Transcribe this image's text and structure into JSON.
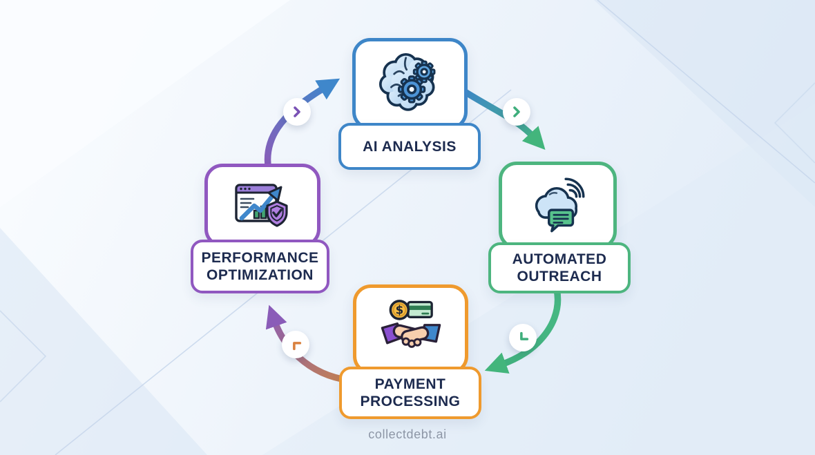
{
  "flow": {
    "type": "cycle",
    "direction": "clockwise",
    "label_text_color": "#1d2b4f",
    "steps": [
      {
        "id": "ai-analysis",
        "position": "top",
        "accent_color": "#3e86c8",
        "icon": "brain-gears-icon",
        "label": "AI ANALYSIS",
        "label_lines": [
          "AI ANALYSIS"
        ]
      },
      {
        "id": "automated-outreach",
        "position": "right",
        "accent_color": "#4db57f",
        "icon": "cloud-message-icon",
        "label": "AUTOMATED OUTREACH",
        "label_lines": [
          "AUTOMATED",
          "OUTREACH"
        ]
      },
      {
        "id": "payment-processing",
        "position": "bottom",
        "accent_color": "#ef9a2e",
        "icon": "handshake-payment-icon",
        "label": "PAYMENT PROCESSING",
        "label_lines": [
          "PAYMENT",
          "PROCESSING"
        ]
      },
      {
        "id": "performance-optimization",
        "position": "left",
        "accent_color": "#9058c0",
        "icon": "chart-shield-icon",
        "label": "PERFORMANCE OPTIMIZATION",
        "label_lines": [
          "PERFORMANCE",
          "OPTIMIZATION"
        ]
      }
    ],
    "connectors": [
      {
        "from": "performance-optimization",
        "to": "ai-analysis",
        "badge_chevron": "right",
        "chevron_color": "#7a52b5",
        "gradient": [
          "#8a5cb8",
          "#3f87cb"
        ]
      },
      {
        "from": "ai-analysis",
        "to": "automated-outreach",
        "badge_chevron": "right",
        "chevron_color": "#3fae7c",
        "gradient": [
          "#3f87cb",
          "#43b57c"
        ]
      },
      {
        "from": "automated-outreach",
        "to": "payment-processing",
        "badge_chevron": "down-left",
        "chevron_color": "#3fae7c",
        "gradient": [
          "#43b57c",
          "#43b57c"
        ]
      },
      {
        "from": "payment-processing",
        "to": "performance-optimization",
        "badge_chevron": "up-left",
        "chevron_color": "#d9813f",
        "gradient": [
          "#c17f55",
          "#8a5cb8"
        ]
      }
    ]
  },
  "footer": {
    "brand": "collectdebt.ai"
  }
}
